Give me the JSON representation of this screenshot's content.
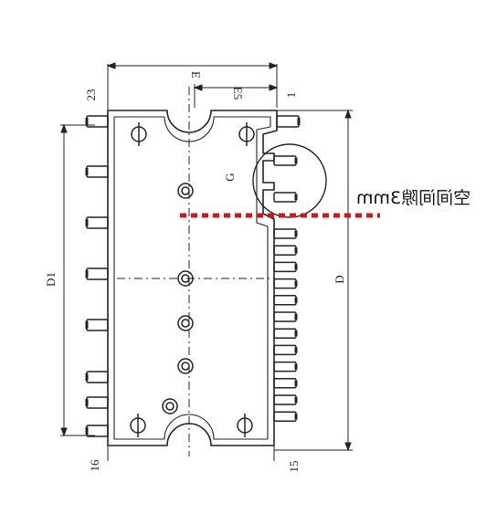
{
  "labels": {
    "e_top": "E",
    "e5": "E5",
    "pin_23": "23",
    "pin_1": "1",
    "g": "G",
    "d1": "D1",
    "d": "D",
    "pin_16": "16",
    "pin_15": "15"
  },
  "annotation": {
    "text": "空间间隙3mm",
    "line_color": "#d0161c"
  },
  "colors": {
    "ink": "#222222"
  },
  "icons": [
    "mounting-hole-icon",
    "pin-icon"
  ]
}
